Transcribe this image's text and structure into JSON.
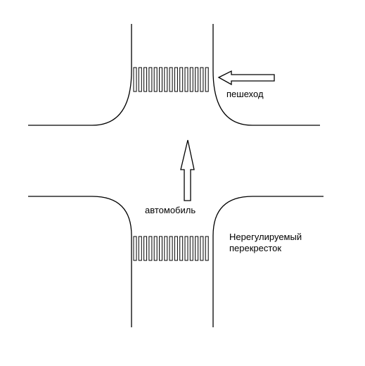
{
  "labels": {
    "pedestrian": "пешеход",
    "car": "автомобиль",
    "intersection_line1": "Нерегулируемый",
    "intersection_line2": "перекресток"
  },
  "colors": {
    "line": "#000000",
    "background": "#ffffff"
  }
}
